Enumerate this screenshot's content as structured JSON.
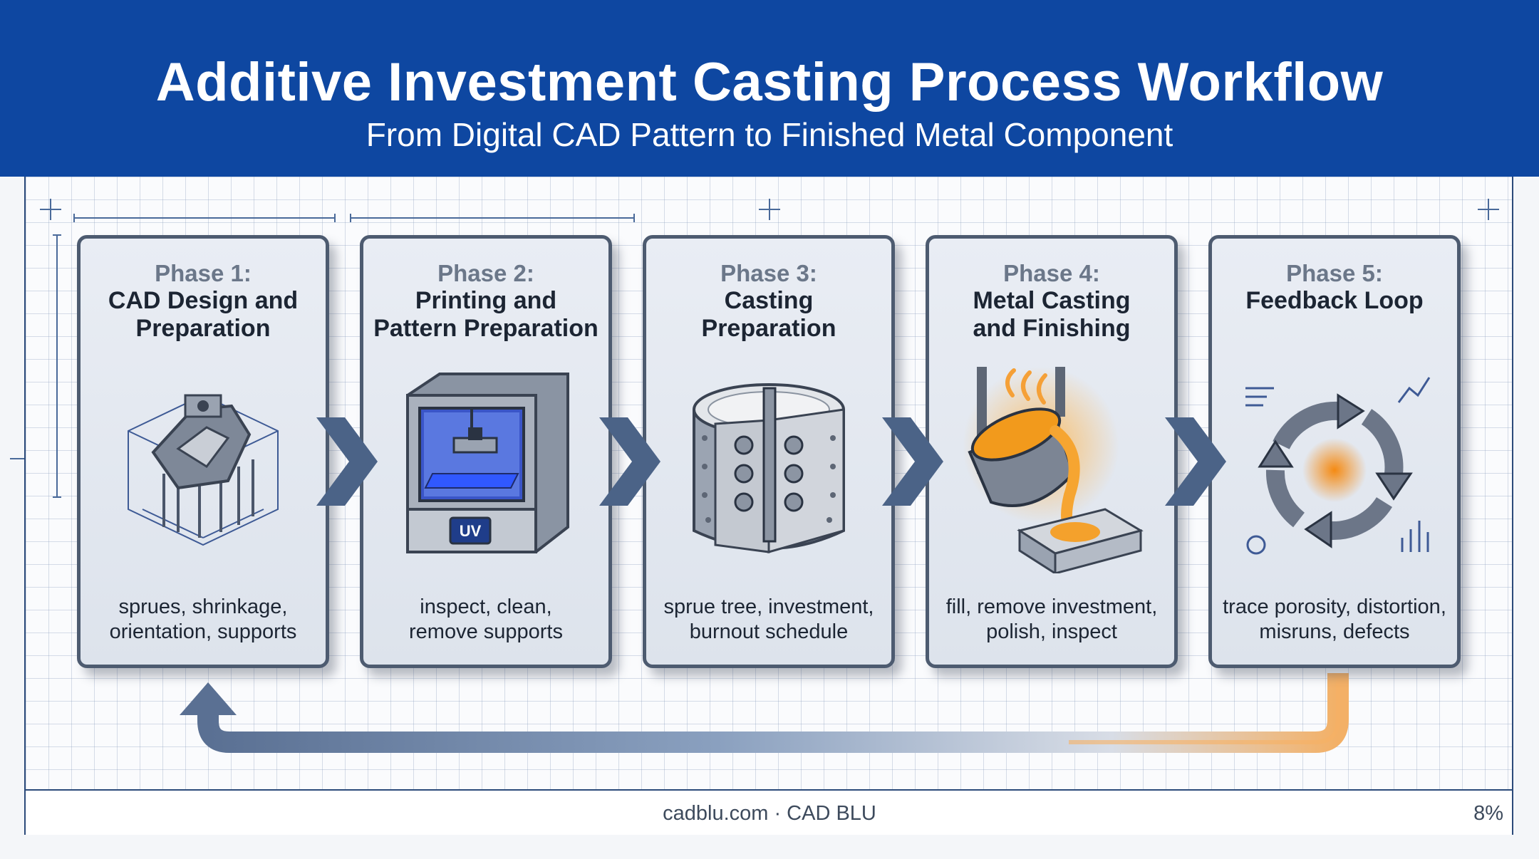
{
  "header": {
    "title": "Additive Investment Casting Process Workflow",
    "subtitle": "From Digital CAD Pattern to Finished Metal Component"
  },
  "phases": [
    {
      "label": "Phase 1:",
      "name": "CAD Design and\nPreparation",
      "desc": "sprues, shrinkage,\norientation, supports"
    },
    {
      "label": "Phase 2:",
      "name": "Printing and\nPattern Preparation",
      "desc": "inspect, clean,\nremove supports"
    },
    {
      "label": "Phase 3:",
      "name": "Casting\nPreparation",
      "desc": "sprue tree, investment,\nburnout schedule"
    },
    {
      "label": "Phase 4:",
      "name": "Metal Casting\nand Finishing",
      "desc": "fill, remove investment,\npolish, inspect"
    },
    {
      "label": "Phase 5:",
      "name": "Feedback Loop",
      "desc": "trace porosity, distortion,\nmisruns, defects"
    }
  ],
  "printer_badge": "UV",
  "footer": {
    "text": "cadblu.com · CAD BLU",
    "zoom": "8%"
  },
  "colors": {
    "header": "#0e47a1",
    "arrow": "#4b6387",
    "accent_orange": "#f39a1e"
  }
}
